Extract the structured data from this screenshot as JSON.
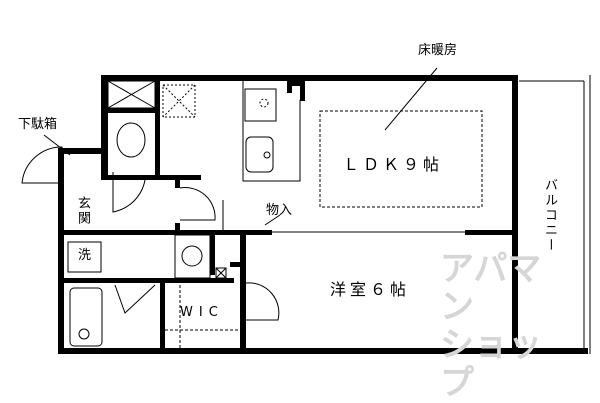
{
  "labels": {
    "floor_heating": "床暖房",
    "ldk": "ＬＤＫ９帖",
    "western_room": "洋室６帖",
    "balcony": "バルコニー",
    "shoe_box": "下駄箱",
    "entrance": "玄関",
    "storage": "物入",
    "washer": "洗",
    "wic": "WIC"
  },
  "watermark": {
    "line1": "アパマン",
    "line2": "ショップ"
  },
  "colors": {
    "wall": "#000000",
    "watermark": "#d6d6d6"
  }
}
